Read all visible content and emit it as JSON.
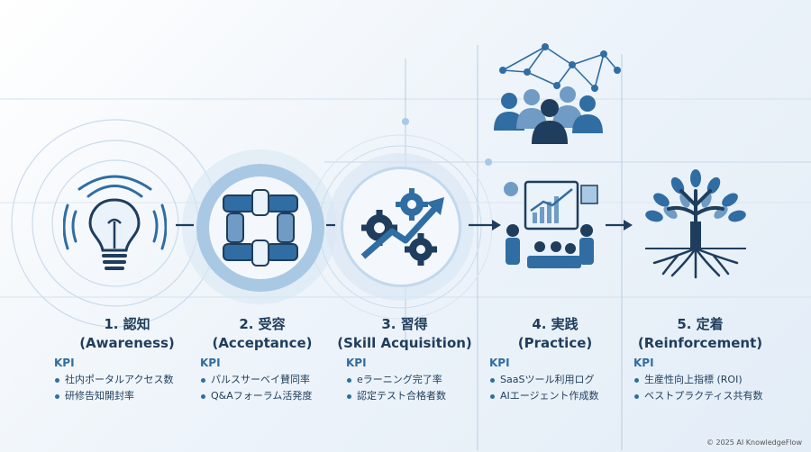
{
  "stages": [
    {
      "title": "1. 認知",
      "subtitle": "(Awareness)",
      "kpi_label": "KPI",
      "kpis": [
        "社内ポータルアクセス数",
        "研修告知開封率"
      ],
      "icon": "lightbulb-icon"
    },
    {
      "title": "2. 受容",
      "subtitle": "(Acceptance)",
      "kpi_label": "KPI",
      "kpis": [
        "パルスサーベイ賛同率",
        "Q&Aフォーラム活発度"
      ],
      "icon": "linked-hands-icon"
    },
    {
      "title": "3. 習得",
      "subtitle": "(Skill Acquisition)",
      "kpi_label": "KPI",
      "kpis": [
        "eラーニング完了率",
        "認定テスト合格者数"
      ],
      "icon": "gears-growth-icon"
    },
    {
      "title": "4. 実践",
      "subtitle": "(Practice)",
      "kpi_label": "KPI",
      "kpis": [
        "SaaSツール利用ログ",
        "AIエージェント作成数"
      ],
      "icon": "team-dashboard-icon"
    },
    {
      "title": "5. 定着",
      "subtitle": "(Reinforcement)",
      "kpi_label": "KPI",
      "kpis": [
        "生産性向上指標 (ROI)",
        "ベストプラクティス共有数"
      ],
      "icon": "rooted-tree-icon"
    }
  ],
  "footer": "© 2025 AI KnowledgeFlow",
  "colors": {
    "dark": "#1f3d5c",
    "primary": "#2f6da3",
    "light": "#a9c8e4",
    "pale": "#d8e7f4"
  }
}
